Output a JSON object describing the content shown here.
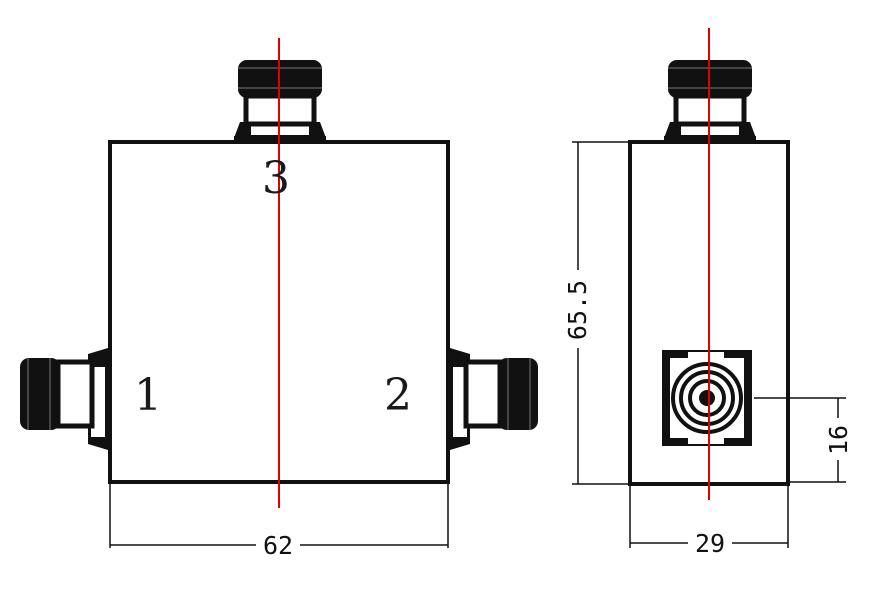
{
  "colors": {
    "line": "#111111",
    "centerline": "#e00000",
    "background": "#ffffff"
  },
  "ports": {
    "port_1": "1",
    "port_2": "2",
    "port_3": "3"
  },
  "dimensions": {
    "front_width": "62",
    "side_width": "29",
    "side_height": "65.5",
    "connector_offset": "16"
  }
}
